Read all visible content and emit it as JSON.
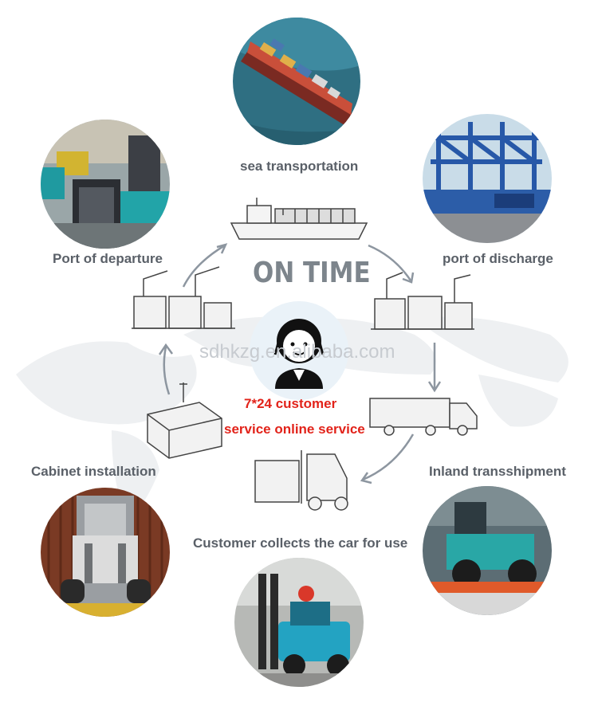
{
  "title": "ON TIME",
  "watermark": "sdhkzg.en.alibaba.com",
  "service": {
    "line1": "7*24 customer",
    "line2": "service online service"
  },
  "steps": {
    "sea": "sea transportation",
    "departure": "Port of departure",
    "discharge": "port of discharge",
    "cabinet": "Cabinet installation",
    "inland": "Inland transshipment",
    "collect": "Customer collects the car for use"
  },
  "colors": {
    "label": "#5a6068",
    "accent_red": "#e2231a",
    "arrow": "#8d96a0",
    "title": "#7d858c"
  }
}
